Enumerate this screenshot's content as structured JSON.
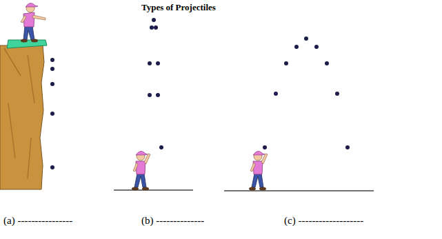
{
  "diagram": {
    "title": "Types of Projectiles",
    "labels": [
      "(a) ----------------",
      "(b) --------------",
      "(c) -------------------"
    ]
  }
}
